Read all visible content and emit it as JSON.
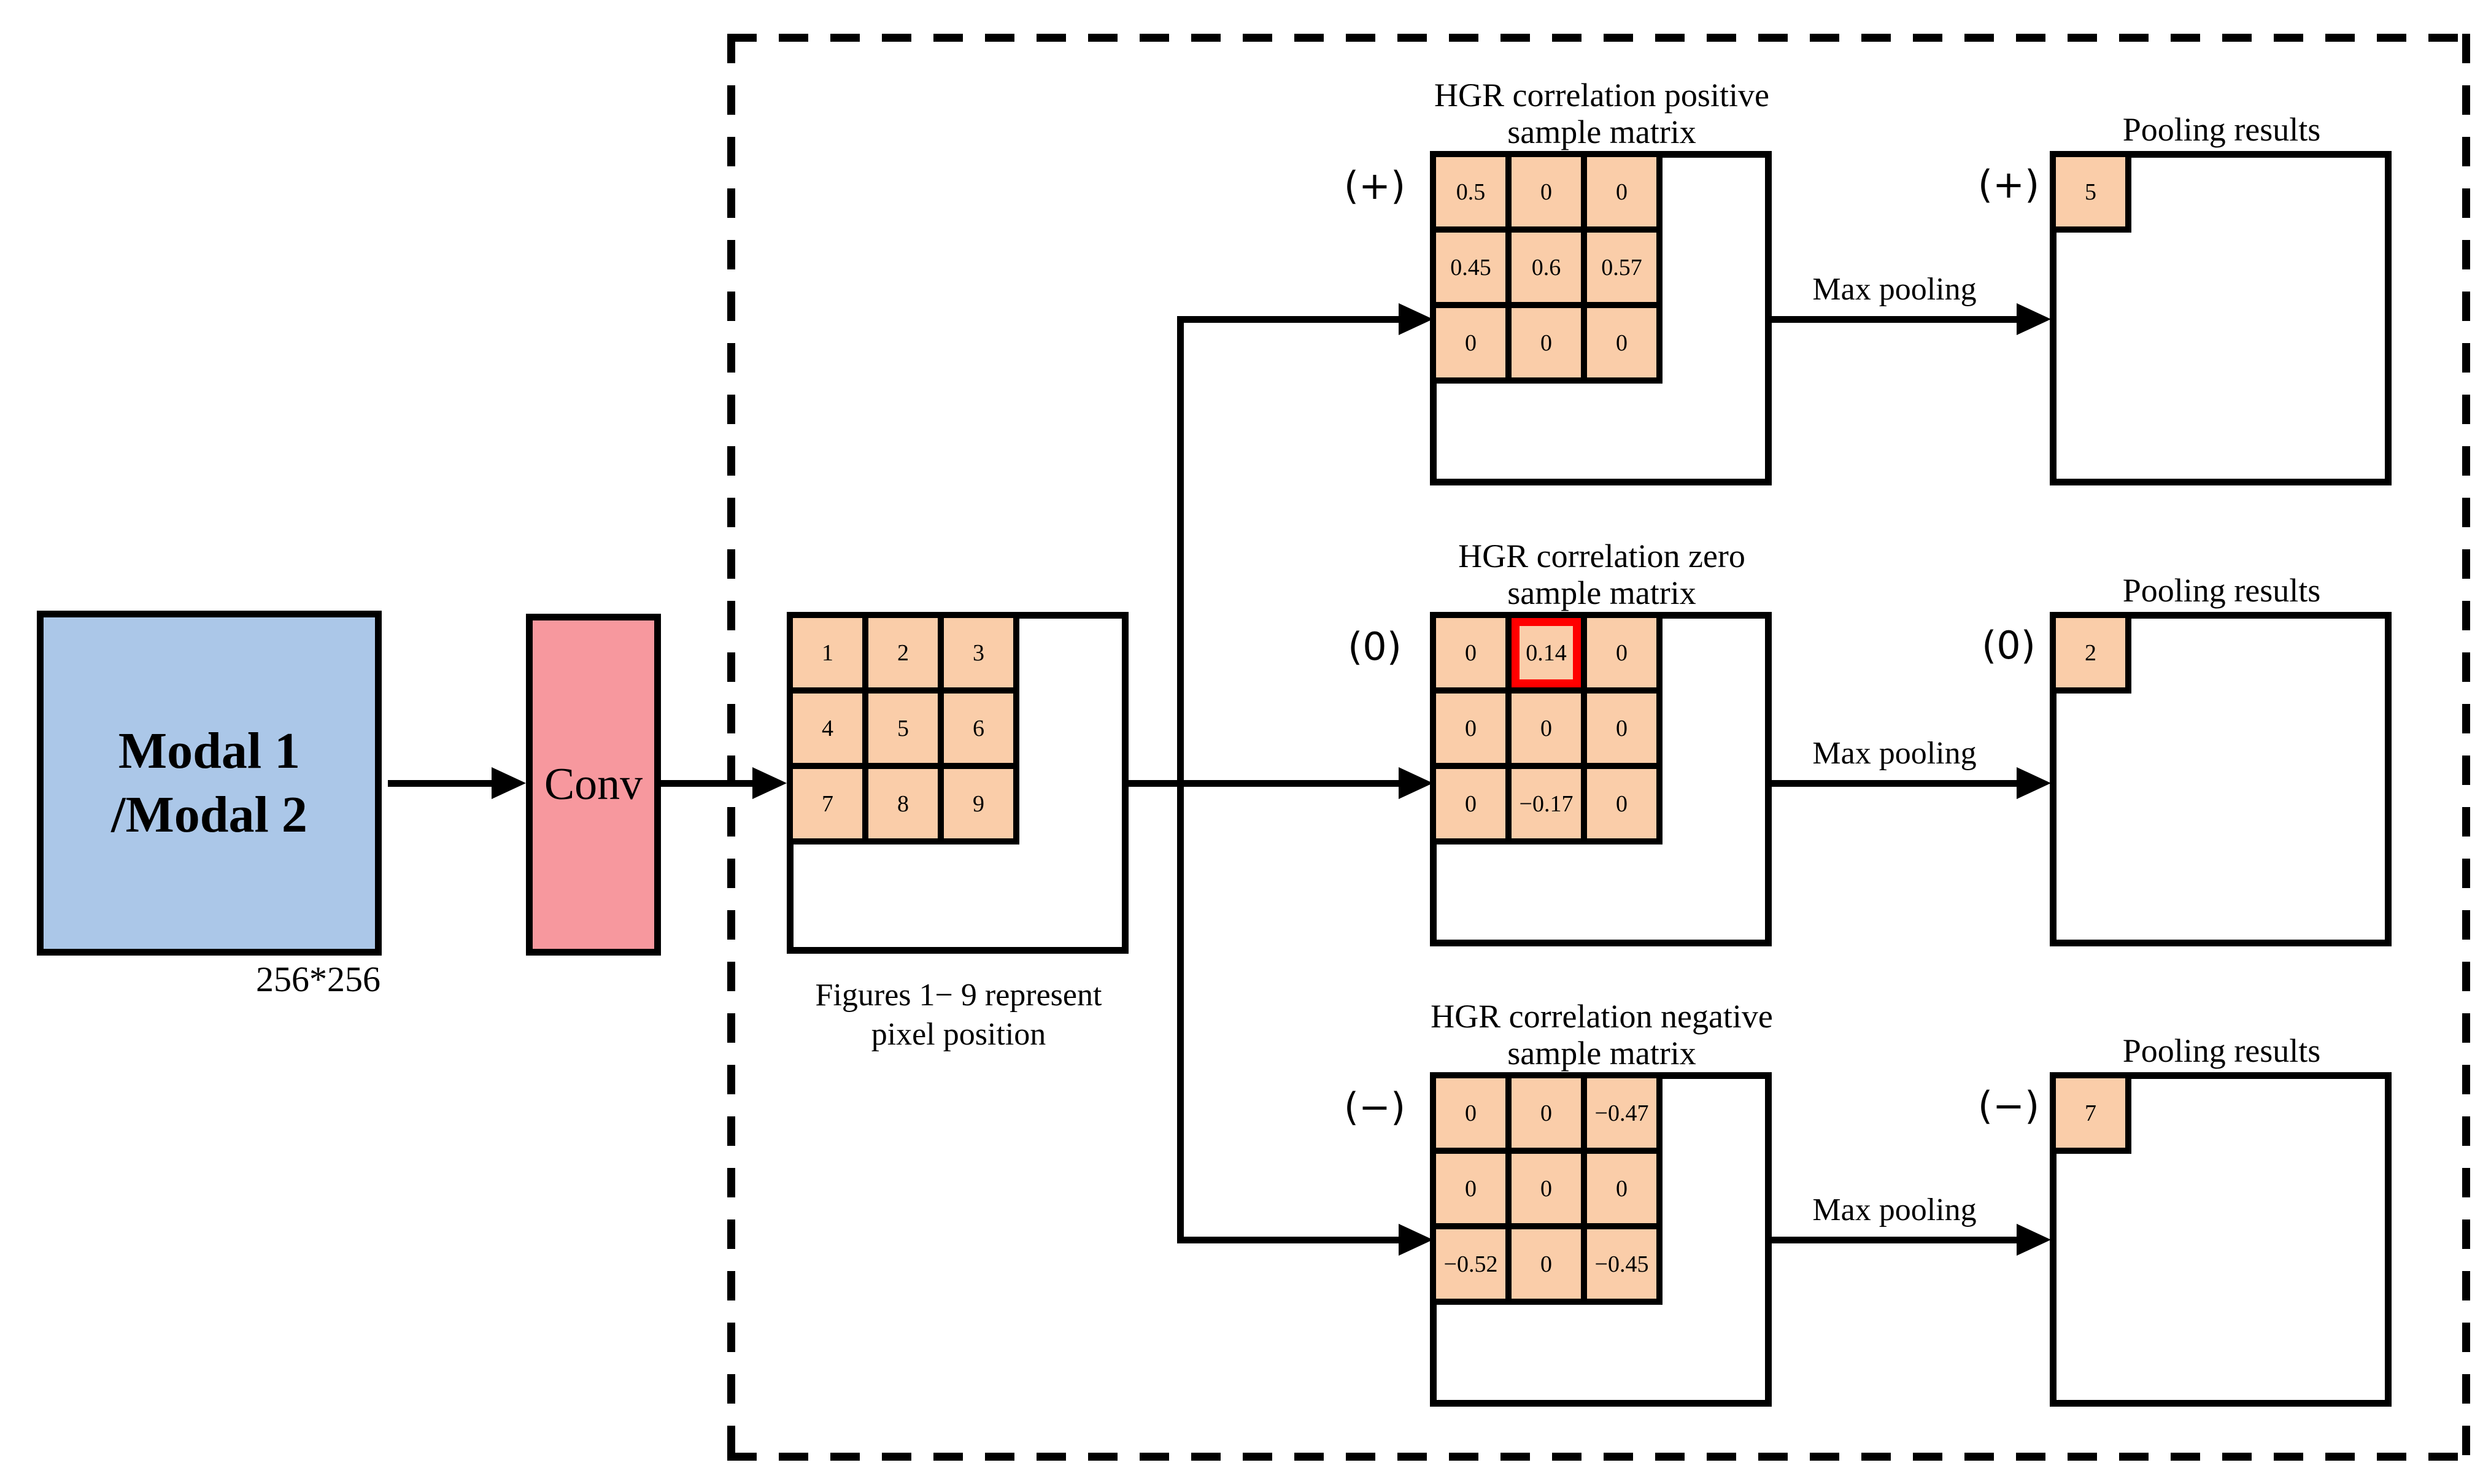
{
  "colors": {
    "input_fill": "#abc7e8",
    "conv_fill": "#f7989e",
    "cell_fill": "#facda9",
    "highlight_border": "#ff0000",
    "line": "#000000"
  },
  "input_block": {
    "line1": "Modal 1",
    "line2": "/Modal 2",
    "size_label": "256*256"
  },
  "conv": {
    "label": "Conv"
  },
  "pixel_block": {
    "cells": [
      "1",
      "2",
      "3",
      "4",
      "5",
      "6",
      "7",
      "8",
      "9"
    ],
    "caption_line1": "Figures 1− 9 represent",
    "caption_line2": "pixel position"
  },
  "branches": [
    {
      "sign": "(+)",
      "title_line1": "HGR correlation positive",
      "title_line2": "sample matrix",
      "cells": [
        "0.5",
        "0",
        "0",
        "0.45",
        "0.6",
        "0.57",
        "0",
        "0",
        "0"
      ],
      "highlight_index": null,
      "arrow_label": "Max pooling",
      "pooling": {
        "title": "Pooling results",
        "sign": "(+)",
        "value": "5"
      }
    },
    {
      "sign": "(0)",
      "title_line1": "HGR correlation zero",
      "title_line2": "sample matrix",
      "cells": [
        "0",
        "0.14",
        "0",
        "0",
        "0",
        "0",
        "0",
        "−0.17",
        "0"
      ],
      "highlight_index": 1,
      "arrow_label": "Max pooling",
      "pooling": {
        "title": "Pooling results",
        "sign": "(0)",
        "value": "2"
      }
    },
    {
      "sign": "(−)",
      "title_line1": "HGR correlation negative",
      "title_line2": "sample matrix",
      "cells": [
        "0",
        "0",
        "−0.47",
        "0",
        "0",
        "0",
        "−0.52",
        "0",
        "−0.45"
      ],
      "highlight_index": null,
      "arrow_label": "Max pooling",
      "pooling": {
        "title": "Pooling results",
        "sign": "(−)",
        "value": "7"
      }
    }
  ]
}
